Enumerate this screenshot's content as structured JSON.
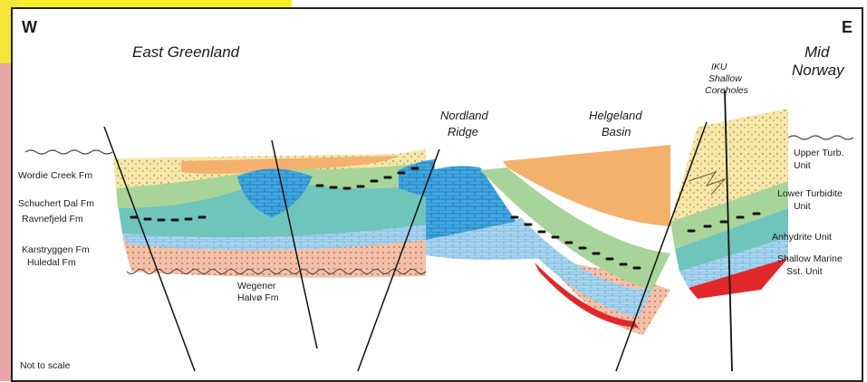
{
  "direction": {
    "west": "W",
    "east": "E"
  },
  "regions": {
    "east_greenland": "East Greenland",
    "mid_norway_line1": "Mid",
    "mid_norway_line2": "Norway",
    "nordland_line1": "Nordland",
    "nordland_line2": "Ridge",
    "helgeland_line1": "Helgeland",
    "helgeland_line2": "Basin",
    "iku_line1": "IKU",
    "iku_line2": "Shallow",
    "iku_line3": "Coreholes"
  },
  "left_formations": [
    "Wordie Creek Fm",
    "Schuchert Dal Fm",
    "Ravnefjeld Fm",
    "Karstryggen Fm",
    "Huledal Fm"
  ],
  "wegener": {
    "line1": "Wegener",
    "line2": "Halvø Fm"
  },
  "right_units": {
    "upper_turb_line1": "Upper Turb.",
    "upper_turb_line2": "Unit",
    "lower_turb_line1": "Lower Turbidite",
    "lower_turb_line2": "Unit",
    "anhydrite": "Anhydrite Unit",
    "shallow_line1": "Shallow Marine",
    "shallow_line2": "Sst. Unit"
  },
  "footnote": "Not to scale",
  "colors": {
    "sand": "#f6e7a8",
    "orange": "#f4b16e",
    "green": "#a8d49a",
    "teal": "#6fc4bc",
    "carbonate_blue": "#3fa6e0",
    "pale_blue": "#9fd0ee",
    "basement": "#f2c0a8",
    "red": "#e0282c",
    "water": "#444444"
  }
}
